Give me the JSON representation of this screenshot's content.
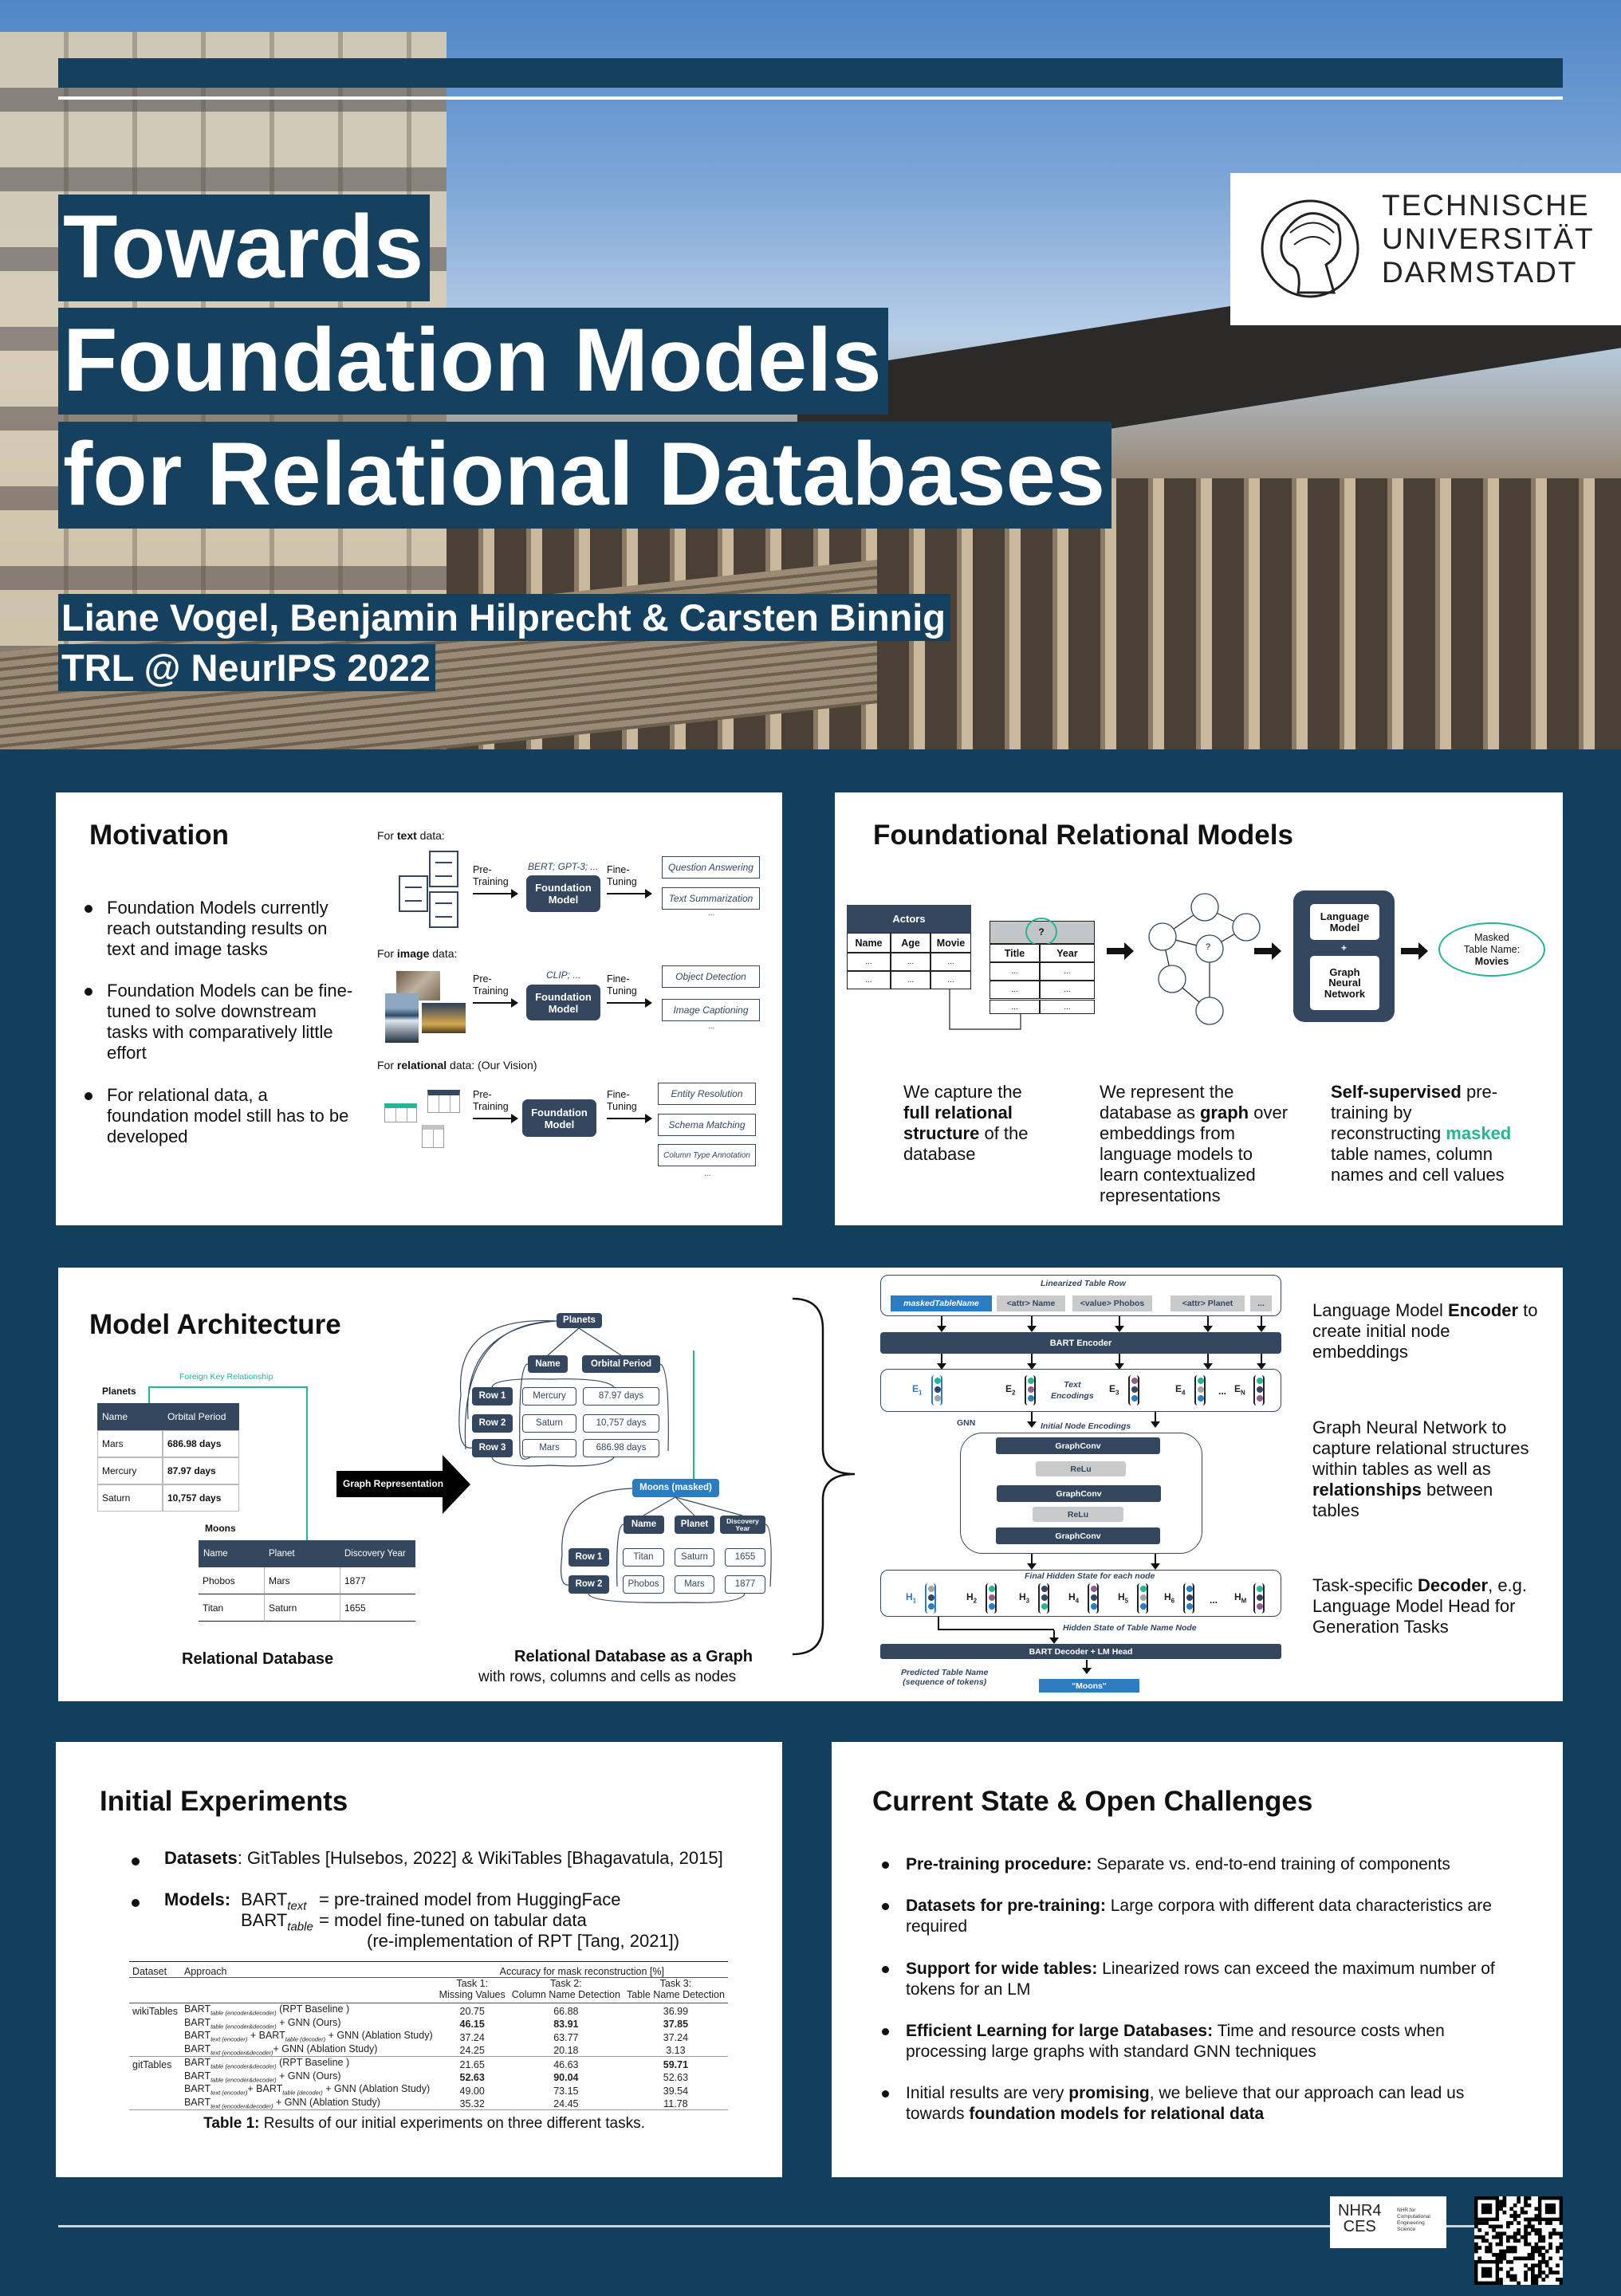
{
  "header": {
    "title_lines": [
      "Towards",
      "Foundation Models",
      "for Relational Databases"
    ],
    "authors": "Liane Vogel, Benjamin Hilprecht & Carsten Binnig",
    "venue": "TRL @ NeurIPS 2022",
    "logo_lines": [
      "TECHNISCHE",
      "UNIVERSITÄT",
      "DARMSTADT"
    ]
  },
  "motivation": {
    "title": "Motivation",
    "bullets": [
      "Foundation Models currently reach outstanding results on text and image tasks",
      "Foundation Models can be fine-tuned to solve downstream tasks with comparatively little effort",
      "For relational data, a foundation model still has to be developed"
    ],
    "rows": [
      {
        "pre": "For ",
        "bold": "text",
        "post": " data:",
        "hint": "BERT; GPT-3; ...",
        "tasks": [
          "Question Answering",
          "Text Summarization"
        ]
      },
      {
        "pre": "For ",
        "bold": "image",
        "post": " data:",
        "hint": "CLIP; ...",
        "tasks": [
          "Object Detection",
          "Image Captioning"
        ]
      },
      {
        "pre": "For ",
        "bold": "relational",
        "post": " data: (Our Vision)",
        "hint": "",
        "tasks": [
          "Entity Resolution",
          "Schema Matching",
          "Column Type Annotation"
        ]
      }
    ],
    "pretraining": "Pre-\nTraining",
    "finetuning": "Fine-\nTuning",
    "model": "Foundation\nModel",
    "ellipsis": "..."
  },
  "frm": {
    "title": "Foundational Relational Models",
    "actors": {
      "name": "Actors",
      "cols": [
        "Name",
        "Age",
        "Movie"
      ],
      "cell": "..."
    },
    "movies": {
      "masked": "?",
      "cols": [
        "Title",
        "Year"
      ],
      "cell": "..."
    },
    "graph_mask": "?",
    "lm": "Language\nModel",
    "plus": "+",
    "gnn": "Graph\nNeural\nNetwork",
    "output_label": "Masked\nTable Name:",
    "output_value": "Movies",
    "captions": [
      [
        {
          "t": "We capture the "
        },
        {
          "t": "full relational structure",
          "b": true
        },
        {
          "t": " of the database"
        }
      ],
      [
        {
          "t": "We represent the database as "
        },
        {
          "t": "graph",
          "b": true
        },
        {
          "t": " over embeddings from language models to learn contextualized representations"
        }
      ],
      [
        {
          "t": "Self-supervised",
          "b": true
        },
        {
          "t": " pre-training by reconstructing "
        },
        {
          "t": "masked",
          "b": true,
          "teal": true
        },
        {
          "t": " table names, column names and cell values"
        }
      ]
    ]
  },
  "arch": {
    "title": "Model Architecture",
    "fk_label": "Foreign Key Relationship",
    "planets": {
      "label": "Planets",
      "cols": [
        "Name",
        "Orbital Period"
      ],
      "rows": [
        [
          "Mars",
          "686.98 days"
        ],
        [
          "Mercury",
          "87.97 days"
        ],
        [
          "Saturn",
          "10,757 days"
        ]
      ]
    },
    "moons": {
      "label": "Moons",
      "cols": [
        "Name",
        "Planet",
        "Discovery Year"
      ],
      "rows": [
        [
          "Phobos",
          "Mars",
          "1877"
        ],
        [
          "Titan",
          "Saturn",
          "1655"
        ]
      ]
    },
    "graph_rep": "Graph Representation",
    "graph": {
      "planets_node": "Planets",
      "planet_cols": [
        "Name",
        "Orbital Period"
      ],
      "planet_rows": [
        [
          "Row 1",
          "Mercury",
          "87.97 days"
        ],
        [
          "Row 2",
          "Saturn",
          "10,757 days"
        ],
        [
          "Row 3",
          "Mars",
          "686.98 days"
        ]
      ],
      "moons_node": "Moons (masked)",
      "moon_cols": [
        "Name",
        "Planet",
        "Discovery Year"
      ],
      "moon_rows": [
        [
          "Row 1",
          "Titan",
          "Saturn",
          "1655"
        ],
        [
          "Row 2",
          "Phobos",
          "Mars",
          "1877"
        ]
      ]
    },
    "caption_db": "Relational Database",
    "caption_graph": "Relational Database as a Graph",
    "caption_graph_sub": "with rows, columns and cells as nodes",
    "pipeline": {
      "linearized": "Linearized Table Row",
      "tokens": [
        "maskedTableName",
        "<attr> Name",
        "<value> Phobos",
        "<attr> Planet",
        "..."
      ],
      "encoder": "BART Encoder",
      "text_enc": "Text\nEncodings",
      "e_labels": [
        "E1",
        "E2",
        "E3",
        "E4",
        "EN"
      ],
      "gnn": "GNN",
      "initial": "Initial Node Encodings",
      "layers": [
        "GraphConv",
        "ReLu",
        "GraphConv",
        "ReLu",
        "GraphConv"
      ],
      "final": "Final Hidden State for each node",
      "h_labels": [
        "H1",
        "H2",
        "H3",
        "H4",
        "H5",
        "H6",
        "HM"
      ],
      "ellipsis": "...",
      "hidden_tn": "Hidden State of Table Name Node",
      "decoder": "BART Decoder + LM Head",
      "predicted": "Predicted Table Name\n(sequence of tokens)",
      "output": "\"Moons\""
    },
    "notes": [
      [
        {
          "t": "Language Model "
        },
        {
          "t": "Encoder",
          "b": true
        },
        {
          "t": " to create initial node embeddings"
        }
      ],
      [
        {
          "t": "Graph Neural Network to capture relational structures within tables as well as "
        },
        {
          "t": "relationships",
          "b": true
        },
        {
          "t": " between tables"
        }
      ],
      [
        {
          "t": "Task-specific "
        },
        {
          "t": "Decoder",
          "b": true
        },
        {
          "t": ", e.g. Language Model Head for Generation Tasks"
        }
      ]
    ]
  },
  "experiments": {
    "title": "Initial Experiments",
    "datasets_label": "Datasets",
    "datasets_text": ": GitTables [Hulsebos, 2022] & WikiTables [Bhagavatula, 2015]",
    "models_label": "Models: ",
    "model_lines": [
      {
        "base": "BART",
        "sub": "text",
        "desc": "= pre-trained model from HuggingFace"
      },
      {
        "base": "BART",
        "sub": "table",
        "desc": "= model fine-tuned on tabular data"
      }
    ],
    "model_note": "(re-implementation of RPT [Tang, 2021])",
    "table": {
      "h_dataset": "Dataset",
      "h_approach": "Approach",
      "h_accuracy": "Accuracy for mask reconstruction [%]",
      "tasks": [
        [
          "Task 1:",
          "Missing Values"
        ],
        [
          "Task 2:",
          "Column Name Detection"
        ],
        [
          "Task 3:",
          "Table Name Detection"
        ]
      ],
      "groups": [
        {
          "dataset": "wikiTables",
          "rows": [
            {
              "approach": [
                [
                  "BART",
                  ""
                ],
                [
                  "table (encoder&decoder)",
                  "sub"
                ],
                [
                  " (RPT Baseline )",
                  ""
                ]
              ],
              "values": [
                "20.75",
                "66.88",
                "36.99"
              ],
              "bold": [
                false,
                false,
                false
              ]
            },
            {
              "approach": [
                [
                  "BART",
                  ""
                ],
                [
                  "table (encoder&decoder)",
                  "sub"
                ],
                [
                  " + GNN (Ours)",
                  ""
                ]
              ],
              "values": [
                "46.15",
                "83.91",
                "37.85"
              ],
              "bold": [
                true,
                true,
                true
              ]
            },
            {
              "approach": [
                [
                  "BART",
                  ""
                ],
                [
                  "text (encoder)",
                  "sub"
                ],
                [
                  " + BART",
                  ""
                ],
                [
                  "table (decoder)",
                  "sub"
                ],
                [
                  " + GNN (Ablation Study)",
                  ""
                ]
              ],
              "values": [
                "37.24",
                "63.77",
                "37.24"
              ],
              "bold": [
                false,
                false,
                false
              ]
            },
            {
              "approach": [
                [
                  "BART",
                  ""
                ],
                [
                  "text (encoder&decoder)",
                  "sub"
                ],
                [
                  "+ GNN (Ablation Study)",
                  ""
                ]
              ],
              "values": [
                "24.25",
                "20.18",
                "3.13"
              ],
              "bold": [
                false,
                false,
                false
              ]
            }
          ]
        },
        {
          "dataset": "gitTables",
          "rows": [
            {
              "approach": [
                [
                  "BART",
                  ""
                ],
                [
                  "table (encoder&decoder)",
                  "sub"
                ],
                [
                  " (RPT Baseline )",
                  ""
                ]
              ],
              "values": [
                "21.65",
                "46.63",
                "59.71"
              ],
              "bold": [
                false,
                false,
                true
              ]
            },
            {
              "approach": [
                [
                  "BART",
                  ""
                ],
                [
                  "table (encoder&decoder)",
                  "sub"
                ],
                [
                  " + GNN (Ours)",
                  ""
                ]
              ],
              "values": [
                "52.63",
                "90.04",
                "52.63"
              ],
              "bold": [
                true,
                true,
                false
              ]
            },
            {
              "approach": [
                [
                  "BART",
                  ""
                ],
                [
                  "text (encoder)",
                  "sub"
                ],
                [
                  "+ BART",
                  ""
                ],
                [
                  "table (decoder)",
                  "sub"
                ],
                [
                  " + GNN (Ablation Study)",
                  ""
                ]
              ],
              "values": [
                "49.00",
                "73.15",
                "39.54"
              ],
              "bold": [
                false,
                false,
                false
              ]
            },
            {
              "approach": [
                [
                  "BART",
                  ""
                ],
                [
                  "text (encoder&decoder)",
                  "sub"
                ],
                [
                  " + GNN (Ablation Study)",
                  ""
                ]
              ],
              "values": [
                "35.32",
                "24.45",
                "11.78"
              ],
              "bold": [
                false,
                false,
                false
              ]
            }
          ]
        }
      ],
      "caption_label": "Table 1:",
      "caption_text": " Results of our initial experiments on three different tasks."
    }
  },
  "challenges": {
    "title": "Current State & Open Challenges",
    "items": [
      [
        {
          "t": "Pre-training procedure:",
          "b": true
        },
        {
          "t": " Separate vs. end-to-end training of components"
        }
      ],
      [
        {
          "t": "Datasets for pre-training:",
          "b": true
        },
        {
          "t": " Large corpora with different data characteristics are required"
        }
      ],
      [
        {
          "t": "Support for wide tables:",
          "b": true
        },
        {
          "t": " Linearized rows can exceed the maximum number of tokens for an LM"
        }
      ],
      [
        {
          "t": "Efficient Learning for large Databases:",
          "b": true
        },
        {
          "t": " Time and resource costs when processing large graphs with standard GNN techniques"
        }
      ],
      [
        {
          "t": "Initial results are very "
        },
        {
          "t": "promising",
          "b": true
        },
        {
          "t": ", we believe that our approach can lead us towards "
        },
        {
          "t": "foundation models for relational data",
          "b": true
        }
      ]
    ]
  },
  "footer": {
    "nhr_main": "NHR4\nCES",
    "nhr_sub": "NHR for\nComputational\nEngineering\nScience"
  },
  "colors": {
    "navy": "#15405e",
    "box": "#34475f",
    "teal": "#22b596",
    "blue": "#2b7cc0",
    "purple": "#8e5f8a",
    "grey": "#a3a3a3"
  }
}
